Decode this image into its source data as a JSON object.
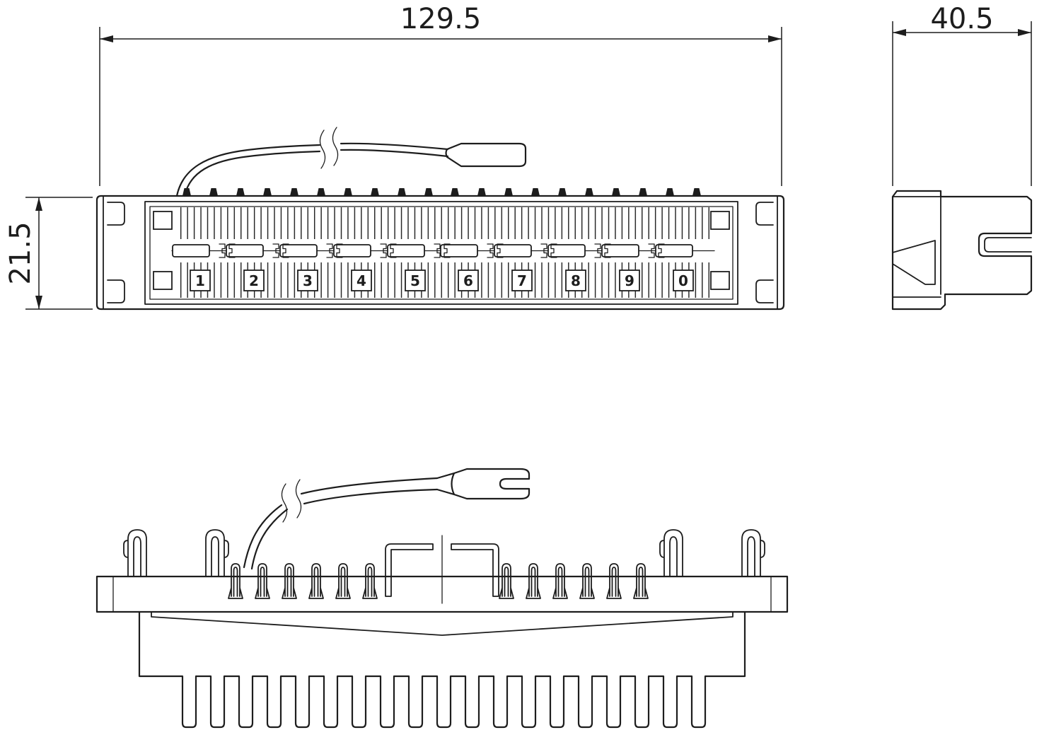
{
  "drawing": {
    "background": "#ffffff",
    "line_color": "#1d1d1d",
    "dimensions": {
      "width": "129.5",
      "depth": "40.5",
      "height": "21.5"
    },
    "front_view": {
      "position_labels": [
        "1",
        "2",
        "3",
        "4",
        "5",
        "6",
        "7",
        "8",
        "9",
        "0"
      ]
    }
  }
}
